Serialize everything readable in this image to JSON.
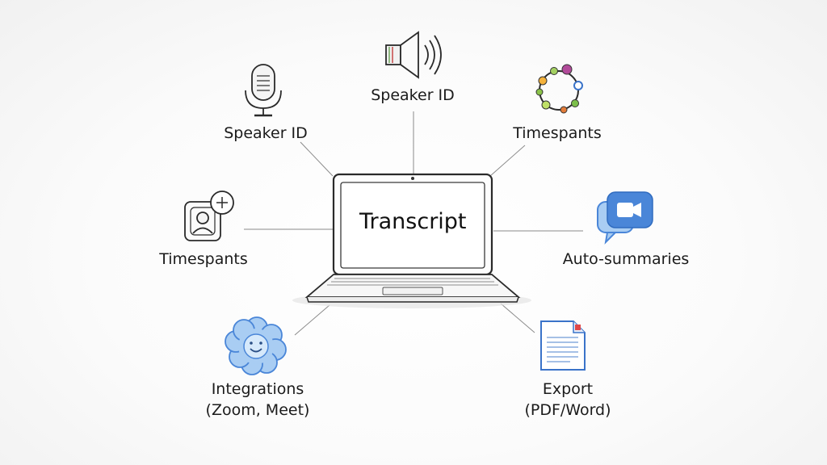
{
  "center": {
    "label": "Transcript",
    "icon": "laptop-icon"
  },
  "features": {
    "top_left": {
      "label": "Speaker ID",
      "icon": "microphone-icon"
    },
    "top_center": {
      "label": "Speaker ID",
      "icon": "speaker-icon"
    },
    "top_right": {
      "label": "Timespants",
      "icon": "timeline-circle-icon"
    },
    "middle_left": {
      "label": "Timespants",
      "icon": "contact-card-icon"
    },
    "middle_right": {
      "label": "Auto-summaries",
      "icon": "video-chat-icon"
    },
    "bottom_left": {
      "line1": "Integrations",
      "line2": "(Zoom, Meet)",
      "icon": "smiley-cloud-icon"
    },
    "bottom_right": {
      "line1": "Export",
      "line2": "(PDF/Word)",
      "icon": "document-icon"
    }
  },
  "colors": {
    "ink": "#1e1e1e",
    "accent_blue": "#4a86d8",
    "light_blue": "#a9cdf3"
  }
}
